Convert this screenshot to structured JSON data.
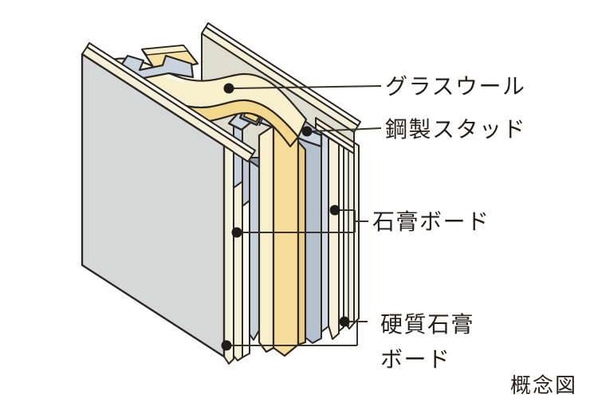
{
  "diagram": {
    "caption": "概念図",
    "callouts": {
      "glass_wool": "グラスウール",
      "steel_stud": "鋼製スタッド",
      "gypsum_board": "石膏ボード",
      "hard_gypsum_board": "硬質石膏ボード",
      "hard_gypsum_board_lines": [
        "硬質石膏",
        "ボード"
      ]
    },
    "colors": {
      "outline": "#2b2622",
      "board_gray_face": "#d6d7d7",
      "board_cream_edge": "#f4f0d7",
      "board_white_edge": "#fdfcf5",
      "back_panel_beige": "#dfddd0",
      "glass_wool_pale": "#f8efcd",
      "glass_wool_yellow": "#f6dc9b",
      "glass_wool_deep": "#f3d78c",
      "steel_stud_light": "#ccd6e0",
      "steel_stud_mid": "#b4c1cf",
      "steel_stud_shadow": "#8e9aa8",
      "leader_line": "#38322c",
      "text": "#241f1a"
    }
  }
}
